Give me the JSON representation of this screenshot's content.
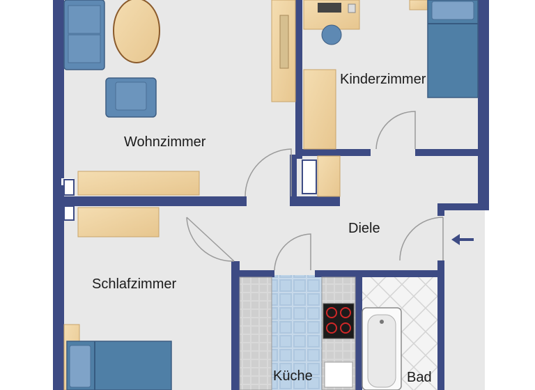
{
  "floorplan": {
    "rooms": [
      {
        "id": "wohnzimmer",
        "label": "Wohnzimmer"
      },
      {
        "id": "kinderzimmer",
        "label": "Kinderzimmer"
      },
      {
        "id": "diele",
        "label": "Diele"
      },
      {
        "id": "schlafzimmer",
        "label": "Schlafzimmer"
      },
      {
        "id": "kueche",
        "label": "Küche"
      },
      {
        "id": "bad",
        "label": "Bad"
      }
    ],
    "entrance_icon": "arrow-left-icon",
    "colors": {
      "wall": "#3c4a82",
      "floor": "#e6e6e6",
      "wood": "#f0d7a8",
      "upholstery": "#5b86b0",
      "bed_cover": "#4f7fa6",
      "tile_kitchen": "#b9cfe2",
      "tile_bath": "#efefef"
    }
  }
}
